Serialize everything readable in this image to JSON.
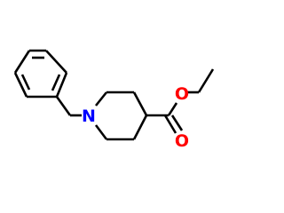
{
  "molecule": {
    "atoms": {
      "nitrogen": {
        "symbol": "N",
        "color": "#0000ff"
      },
      "ester_oxygen": {
        "symbol": "O",
        "color": "#ff0000"
      },
      "carbonyl_oxygen": {
        "symbol": "O",
        "color": "#ff0000"
      }
    },
    "bond_color": "#000000"
  }
}
